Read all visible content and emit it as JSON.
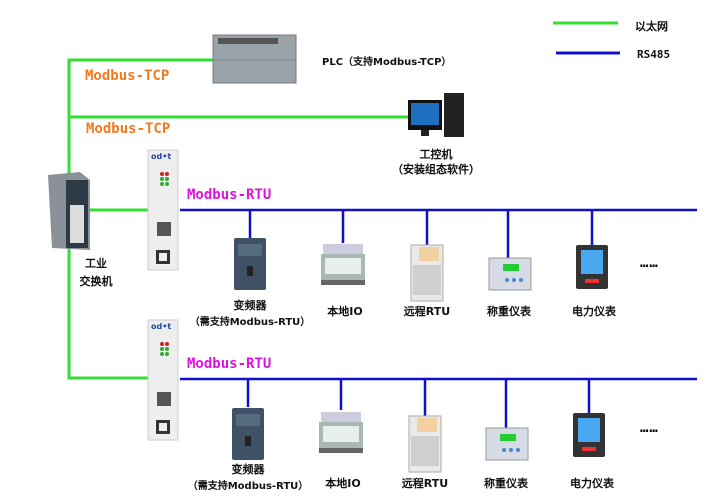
{
  "legend": {
    "ethernet_label": "以太网",
    "rs485_label": "RS485",
    "ethernet_color": "#33dd33",
    "rs485_color": "#1010cc"
  },
  "plc": {
    "label": "PLC（支持Modbus-TCP）"
  },
  "links": {
    "tcp1": "Modbus-TCP",
    "tcp2": "Modbus-TCP",
    "rtu1": "Modbus-RTU",
    "rtu2": "Modbus-RTU"
  },
  "ipc": {
    "line1": "工控机",
    "line2": "（安装组态软件）"
  },
  "switch": {
    "line1": "工业",
    "line2": "交换机"
  },
  "gateway": {
    "brand": "od•t"
  },
  "devices": [
    {
      "line1": "变频器",
      "line2": "（需支持Modbus-RTU）"
    },
    {
      "line1": "本地IO"
    },
    {
      "line1": "远程RTU"
    },
    {
      "line1": "称重仪表"
    },
    {
      "line1": "电力仪表"
    }
  ],
  "more": "……"
}
